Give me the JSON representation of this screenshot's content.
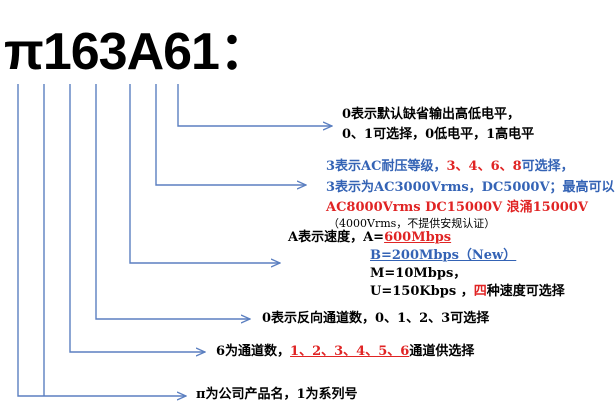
{
  "model_code": "π163A61：",
  "colors": {
    "line": "#5b7fc0",
    "blue": "#3463b5",
    "red": "#e02424",
    "black": "#000000"
  },
  "labels": {
    "output_level": {
      "line1": "0表示默认缺省输出高低电平，",
      "line2": "0、1可选择，0低电平，1高电平"
    },
    "voltage": {
      "l1a": "3表示AC耐压等级，",
      "l1b": "3、4、6、8",
      "l1c": "可选择，",
      "l2": "3表示为AC3000Vrms，DC5000V；最高可以",
      "l3": "AC8000Vrms DC15000V 浪涌15000V",
      "note": "（4000Vrms，不提供安规认证）"
    },
    "speed": {
      "l1a": "A表示速度，A=",
      "l1b": "600Mbps",
      "l2a": "B=200Mbps（New）",
      "l3": "M=10Mbps，",
      "l4a": "U=150Kbps ，",
      "l4b": "四",
      "l4c": "种速度可选择"
    },
    "reverse": "0表示反向通道数，0、1、2、3可选择",
    "channels": {
      "a": "6为通道数，",
      "b": "1、2、3、4、5、6",
      "c": "通道供选择"
    },
    "company": "π为公司产品名，1为系列号"
  }
}
